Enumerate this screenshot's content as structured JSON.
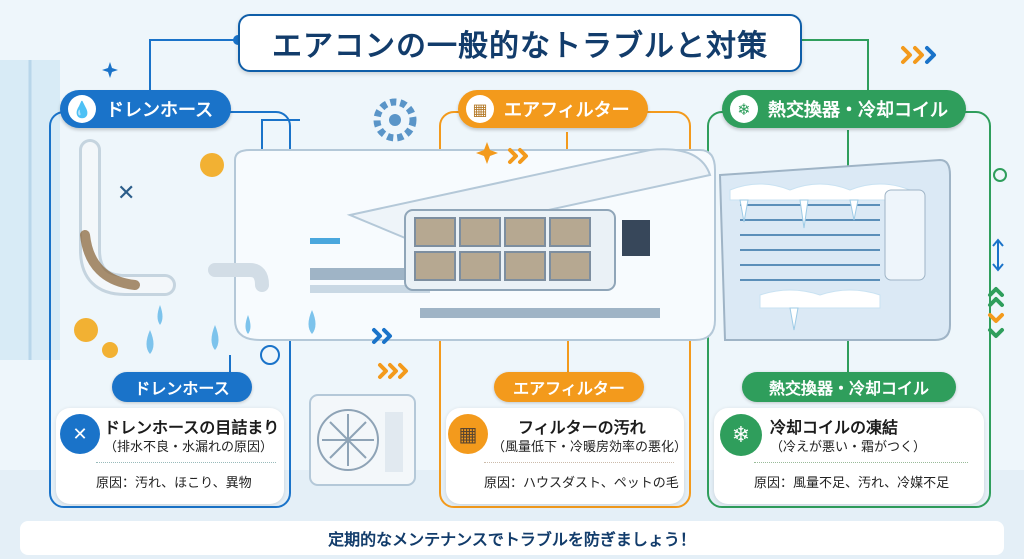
{
  "title": "エアコンの一般的なトラブルと対策",
  "colors": {
    "blue": "#1a73c9",
    "orange": "#f39a1c",
    "green": "#2f9e5c",
    "navy": "#123c6b"
  },
  "sections": {
    "drain": {
      "badge": "ドレンホース",
      "sub_badge": "ドレンホース",
      "issue_title": "ドレンホースの目詰まり",
      "issue_sub": "（排水不良・水漏れの原因）",
      "cause": "原因：汚れ、ほこり、異物",
      "icon": "water-drop-icon"
    },
    "filter": {
      "badge": "エアフィルター",
      "sub_badge": "エアフィルター",
      "issue_title": "フィルターの汚れ",
      "issue_sub": "（風量低下・冷暖房効率の悪化）",
      "cause": "原因：ハウスダスト、ペットの毛",
      "icon": "filter-grid-icon"
    },
    "coil": {
      "badge": "熱交換器・冷却コイル",
      "sub_badge": "熱交換器・冷却コイル",
      "issue_title": "冷却コイルの凍結",
      "issue_sub": "（冷えが悪い・霜がつく）",
      "cause": "原因：風量不足、汚れ、冷媒不足",
      "icon": "snowflake-icon"
    }
  },
  "footer": "定期的なメンテナンスでトラブルを防ぎましょう！"
}
